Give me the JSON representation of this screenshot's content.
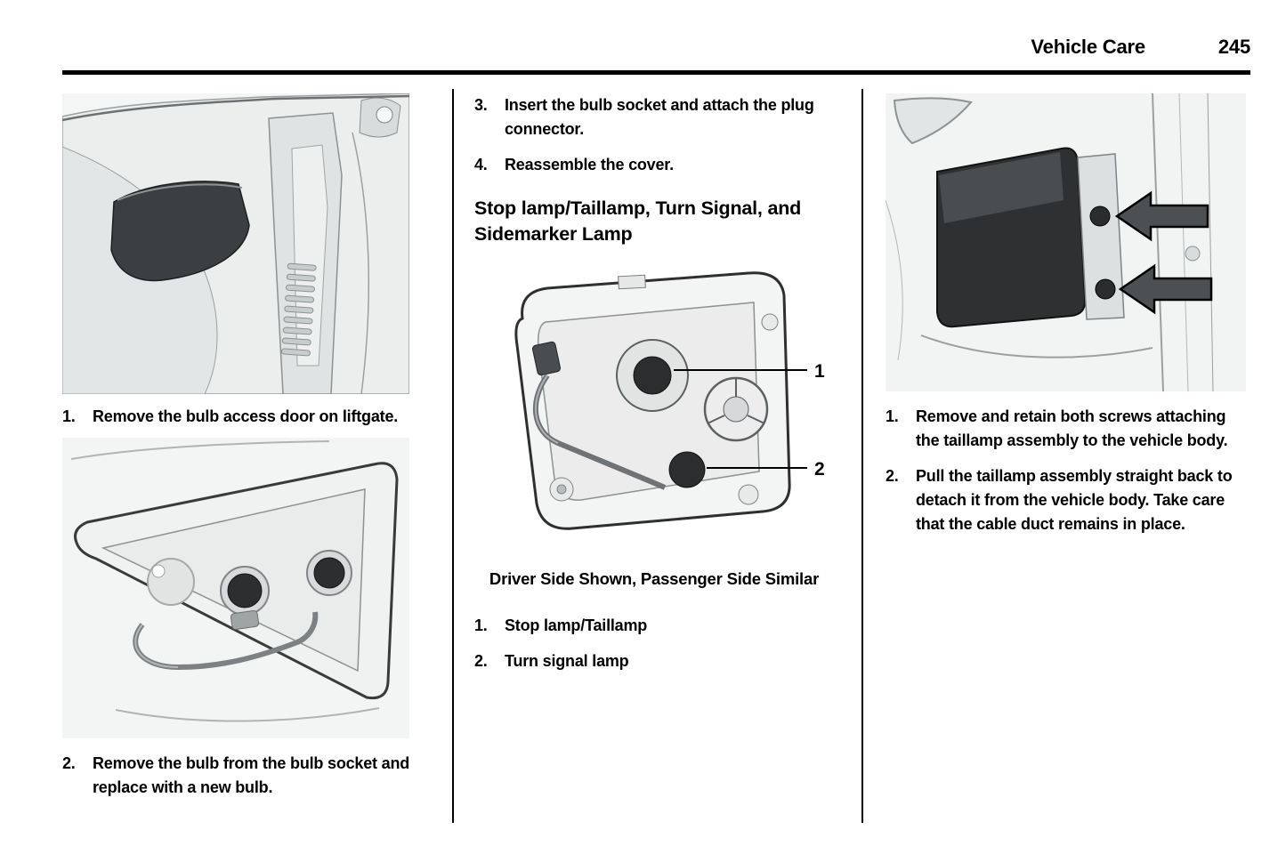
{
  "header": {
    "title": "Vehicle Care",
    "page": "245"
  },
  "left": {
    "steps": [
      {
        "num": "1.",
        "text": "Remove the bulb access door on liftgate."
      },
      {
        "num": "2.",
        "text": "Remove the bulb from the bulb socket and replace with a new bulb."
      }
    ]
  },
  "middle": {
    "steps_top": [
      {
        "num": "3.",
        "text": "Insert the bulb socket and attach the plug connector."
      },
      {
        "num": "4.",
        "text": "Reassemble the cover."
      }
    ],
    "heading": "Stop lamp/Taillamp, Turn Signal, and Sidemarker Lamp",
    "figure": {
      "callout1": "1",
      "callout2": "2"
    },
    "caption": "Driver Side Shown, Passenger Side Similar",
    "legend": [
      {
        "num": "1.",
        "text": "Stop lamp/Taillamp"
      },
      {
        "num": "2.",
        "text": "Turn signal lamp"
      }
    ]
  },
  "right": {
    "steps": [
      {
        "num": "1.",
        "text": "Remove and retain both screws attaching the taillamp assembly to the vehicle body."
      },
      {
        "num": "2.",
        "text": "Pull the taillamp assembly straight back to detach it from the vehicle body. Take care that the cable duct remains in place."
      }
    ]
  }
}
